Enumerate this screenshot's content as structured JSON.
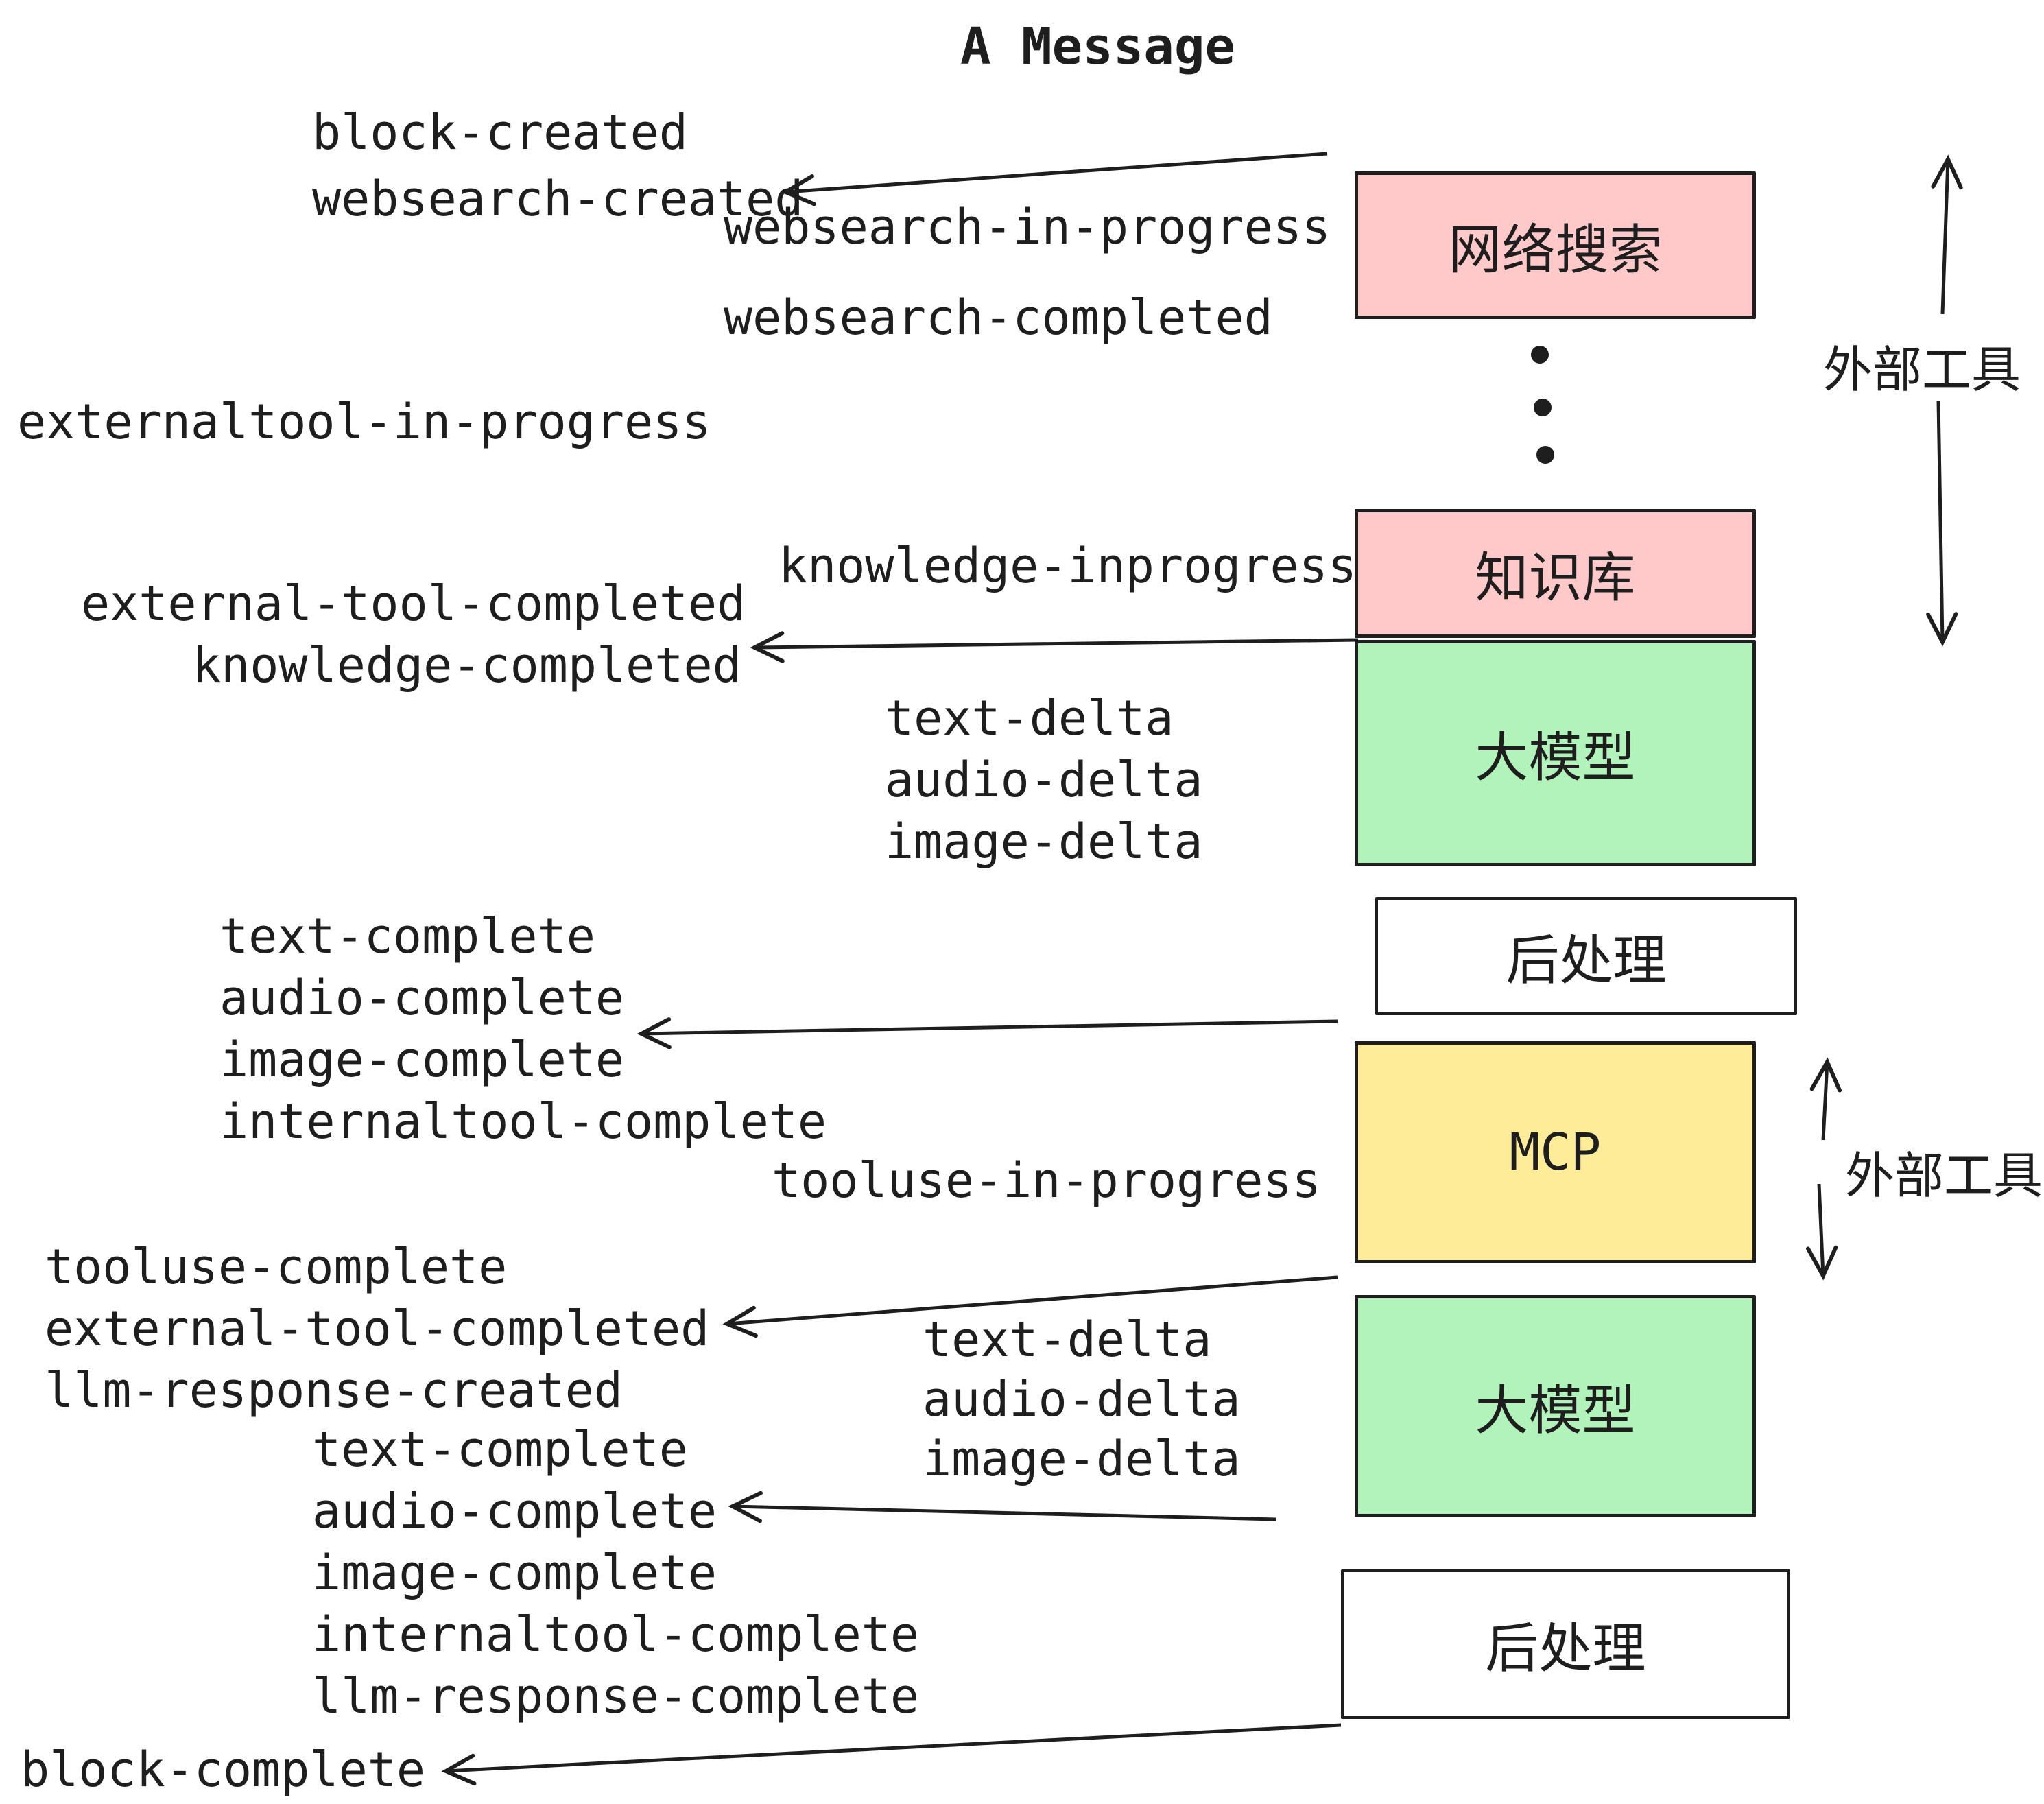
{
  "title": "A Message",
  "colors": {
    "ink": "#1e1e1e",
    "pink": "#ffc9c9",
    "green": "#b2f2bb",
    "yellow": "#ffec99",
    "white": "#ffffff"
  },
  "boxes": {
    "websearch": "网络搜索",
    "knowledge": "知识库",
    "llm_1": "大模型",
    "post_1": "后处理",
    "mcp": "MCP",
    "llm_2": "大模型",
    "post_2": "后处理"
  },
  "side_labels": {
    "external_tools_1": "外部工具",
    "external_tools_2": "外部工具"
  },
  "events": {
    "block_created": "block-created",
    "websearch_created": "websearch-created",
    "websearch_in_progress": "websearch-in-progress",
    "websearch_completed": "websearch-completed",
    "externaltool_in_progress": "externaltool-in-progress",
    "knowledge_inprogress": "knowledge-inprogress",
    "external_tool_completed_1": "external-tool-completed",
    "knowledge_completed": "knowledge-completed",
    "text_delta_1": "text-delta",
    "audio_delta_1": "audio-delta",
    "image_delta_1": "image-delta",
    "text_complete_1": "text-complete",
    "audio_complete_1": "audio-complete",
    "image_complete_1": "image-complete",
    "internaltool_complete_1": "internaltool-complete",
    "tooluse_in_progress": "tooluse-in-progress",
    "tooluse_complete": "tooluse-complete",
    "external_tool_completed_2": "external-tool-completed",
    "llm_response_created": "llm-response-created",
    "text_delta_2": "text-delta",
    "audio_delta_2": "audio-delta",
    "image_delta_2": "image-delta",
    "text_complete_2": "text-complete",
    "audio_complete_2": "audio-complete",
    "image_complete_2": "image-complete",
    "internaltool_complete_2": "internaltool-complete",
    "llm_response_complete": "llm-response-complete",
    "block_complete": "block-complete"
  }
}
